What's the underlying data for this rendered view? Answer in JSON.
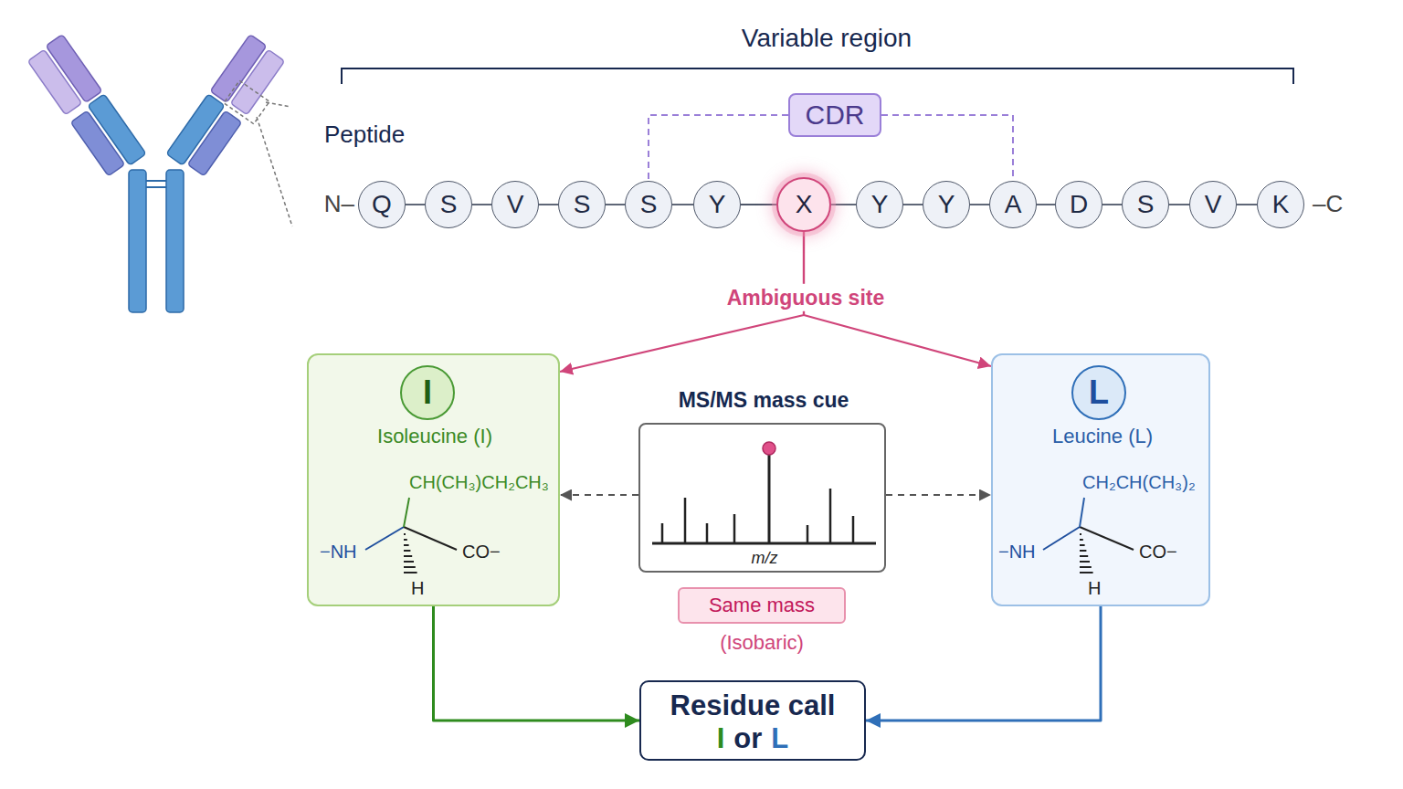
{
  "diagram": {
    "nodes": [
      {
        "text": [
          "CDR"
        ]
      },
      {
        "text": [
          "Q"
        ]
      },
      {
        "text": [
          "S"
        ]
      },
      {
        "text": [
          "V"
        ]
      },
      {
        "text": [
          "S"
        ]
      },
      {
        "text": [
          "S"
        ]
      },
      {
        "text": [
          "Y"
        ]
      },
      {
        "text": [
          "X"
        ]
      },
      {
        "text": [
          "Y"
        ]
      },
      {
        "text": [
          "Y"
        ]
      },
      {
        "text": [
          "A"
        ]
      },
      {
        "text": [
          "D"
        ]
      },
      {
        "text": [
          "S"
        ]
      },
      {
        "text": [
          "V"
        ]
      },
      {
        "text": [
          "K"
        ]
      },
      {
        "text": [
          "Isoleucine (I)",
          "CH(CH₃)CH₂CH₃",
          "−NH",
          "CO−",
          "H"
        ]
      },
      {
        "text": [
          "I"
        ],
        "in": 15
      },
      {
        "text": [
          "MS/MS mass cue",
          "m/z"
        ]
      },
      {
        "text": [
          "Same mass"
        ]
      },
      {
        "text": [
          "Leucine (L)",
          "CH₂CH(CH₃)₂",
          "−NH",
          "CO−",
          "H"
        ]
      },
      {
        "text": [
          "L"
        ],
        "in": 19
      },
      {
        "text": [
          "Residue call",
          "I",
          "or",
          "L"
        ]
      }
    ],
    "edges": [
      {
        "from": 1,
        "to": 2,
        "arrow": "none"
      },
      {
        "from": 2,
        "to": 3,
        "arrow": "none"
      },
      {
        "from": 3,
        "to": 4,
        "arrow": "none"
      },
      {
        "from": 4,
        "to": 5,
        "arrow": "none"
      },
      {
        "from": 5,
        "to": 6,
        "arrow": "none"
      },
      {
        "from": 6,
        "to": 7,
        "arrow": "none"
      },
      {
        "from": 7,
        "to": 8,
        "arrow": "none"
      },
      {
        "from": 8,
        "to": 9,
        "arrow": "none"
      },
      {
        "from": 9,
        "to": 10,
        "arrow": "none"
      },
      {
        "from": 10,
        "to": 11,
        "arrow": "none"
      },
      {
        "from": 11,
        "to": 12,
        "arrow": "none"
      },
      {
        "from": 12,
        "to": 13,
        "arrow": "none"
      },
      {
        "from": 13,
        "to": 14,
        "arrow": "none"
      },
      {
        "from": 0,
        "to": 5,
        "arrow": "none"
      },
      {
        "from": 0,
        "to": 10,
        "arrow": "none"
      },
      {
        "from": 7,
        "to": 15,
        "arrow": "to"
      },
      {
        "from": 7,
        "to": 19,
        "arrow": "to"
      },
      {
        "from": 17,
        "to": 15,
        "arrow": "to"
      },
      {
        "from": 17,
        "to": 19,
        "arrow": "to"
      },
      {
        "from": 15,
        "to": 21,
        "arrow": "to"
      },
      {
        "from": 19,
        "to": 21,
        "arrow": "to"
      }
    ],
    "labels": [
      "Variable region",
      "Peptide",
      "N–",
      "–C",
      "Ambiguous site",
      "(Isobaric)"
    ]
  }
}
